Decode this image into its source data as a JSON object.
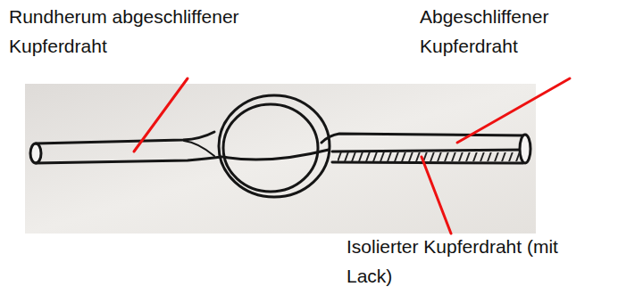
{
  "diagram": {
    "labels": [
      "Rundherum abgeschliffener Kupferdraht",
      "Abgeschliffener Kupferdraht",
      "Isolierter Kupferdraht (mit Lack)"
    ]
  }
}
